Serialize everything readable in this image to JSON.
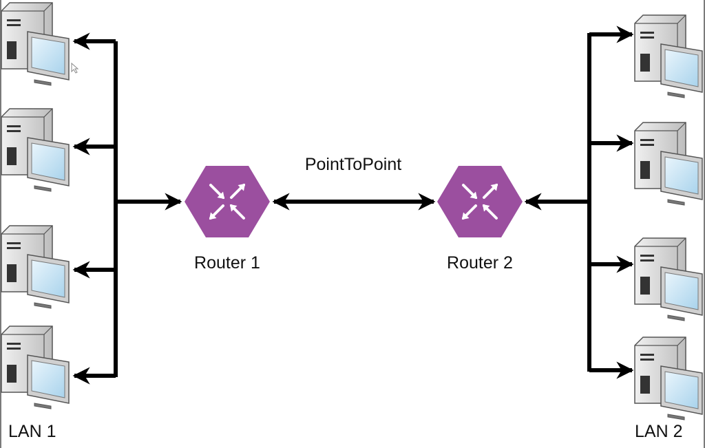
{
  "diagram": {
    "lans": [
      {
        "label": "LAN 1",
        "computers": 4
      },
      {
        "label": "LAN 2",
        "computers": 4
      }
    ],
    "routers": [
      {
        "label": "Router 1"
      },
      {
        "label": "Router 2"
      }
    ],
    "link_label": "PointToPoint",
    "icons": {
      "computer": "desktop-computer-icon",
      "router": "router-icon"
    },
    "colors": {
      "router": "#9b4f9f",
      "connector": "#000000",
      "monitor_screen": "#cfe8f6",
      "case": "#d7d7d7"
    }
  }
}
